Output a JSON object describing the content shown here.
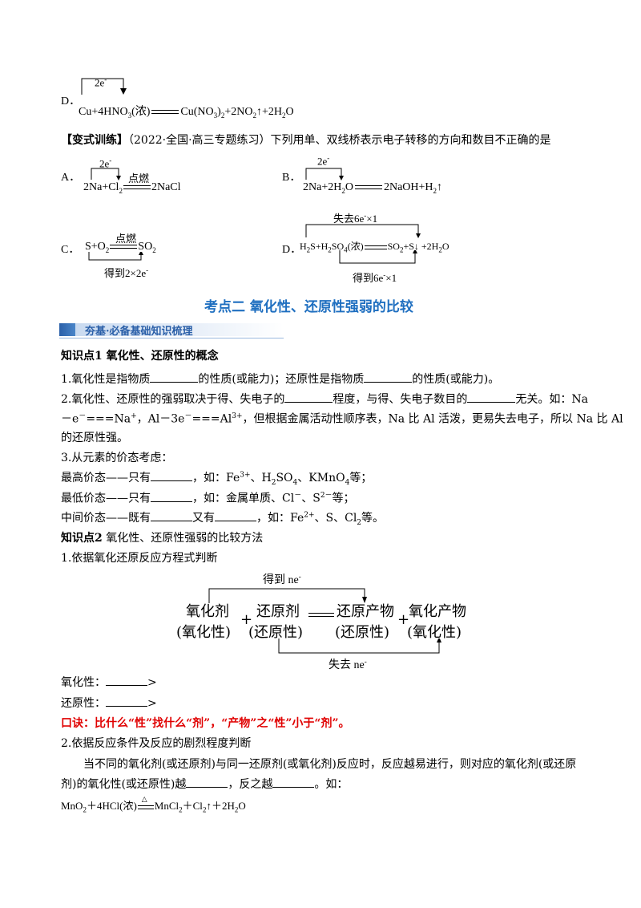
{
  "optionD_top": {
    "label": "D．",
    "electron": "2e",
    "electron_sup": "-",
    "eq_parts": [
      "Cu+4HNO",
      "3",
      "(浓)",
      "Cu(NO",
      "3",
      ")",
      "2",
      "+2NO",
      "2",
      "↑+2H",
      "2",
      "O"
    ]
  },
  "variant": {
    "prefix": "【变式训练】",
    "source": "（2022·全国·高三专题练习）",
    "question": "下列用单、双线桥表示电子转移的方向和数目不正确的是"
  },
  "optA": {
    "label": "A．",
    "electron": "2e",
    "electron_sup": "-",
    "condition": "点燃",
    "left": "2Na+Cl",
    "left_sub": "2",
    "right": "2NaCl"
  },
  "optB": {
    "label": "B．",
    "electron": "2e",
    "electron_sup": "-",
    "left": "2Na+2H",
    "left_sub": "2",
    "left_tail": "O",
    "right": "2NaOH+H",
    "right_sub": "2",
    "right_tail": "↑"
  },
  "optC": {
    "label": "C．",
    "condition": "点燃",
    "left": "S+O",
    "left_sub": "2",
    "right": "SO",
    "right_sub": "2",
    "gain": "得到2×2e",
    "gain_sup": "-"
  },
  "optD": {
    "label": "D．",
    "lose": "失去6e",
    "lose_sup": "-",
    "lose_tail": "×1",
    "eq_parts": [
      "H",
      "2",
      "S+H",
      "2",
      "SO",
      "4",
      "(浓)",
      "SO",
      "2",
      "+S↓ +2H",
      "2",
      "O"
    ],
    "gain": "得到6e",
    "gain_sup": "-",
    "gain_tail": "×1"
  },
  "section_title": "考点二  氧化性、还原性强弱的比较",
  "banner": "夯基·必备基础知识梳理",
  "kp1": {
    "title": "知识点1    氧化性、还原性的概念",
    "p1a": "1.氧化性是指物质",
    "p1b": "的性质(或能力)；还原性是指物质",
    "p1c": "的性质(或能力)。",
    "p2a": "2.氧化性、还原性的强弱取决于得、失电子的",
    "p2b": "程度，与得、失电子数目的",
    "p2c": "无关。如：Na",
    "p2d": "－e",
    "p2d_sup": "－",
    "p2e": "===Na",
    "p2e_sup": "+",
    "p2f": "，Al－3e",
    "p2f_sup": "－",
    "p2g": "===Al",
    "p2g_sup": "3+",
    "p2h": "，但根据金属活动性顺序表，Na 比 Al 活泼，更易失去电子，所以 Na 比 Al",
    "p2i": "的还原性强。",
    "p3": "3.从元素的价态考虑：",
    "high_a": "最高价态——只有",
    "high_b": "，如：Fe",
    "high_b_sup": "3+",
    "high_c": "、H",
    "high_c_sub": "2",
    "high_d": "SO",
    "high_d_sub": "4",
    "high_e": "、KMnO",
    "high_e_sub": "4",
    "high_f": "等；",
    "low_a": "最低价态——只有",
    "low_b": "，如：金属单质、Cl",
    "low_b_sup": "－",
    "low_c": "、S",
    "low_c_sup": "2－",
    "low_d": "等；",
    "mid_a": "中间价态——既有",
    "mid_b": "又有",
    "mid_c": "，如：Fe",
    "mid_c_sup": "2+",
    "mid_d": "、S、Cl",
    "mid_d_sub": "2",
    "mid_e": "等。"
  },
  "kp2": {
    "title": "知识点2",
    "title_rest": "氧化性、还原性强弱的比较方法",
    "m1": "1.依据氧化还原反应方程式判断",
    "diagram": {
      "gain": "得到 ne",
      "gain_sup": "-",
      "lose": "失去 ne",
      "lose_sup": "-",
      "oxidant": "氧化剂",
      "oxidant_sub": "(氧化性)",
      "reductant": "还原剂",
      "reductant_sub": "(还原性)",
      "red_product": "还原产物",
      "red_product_sub": "(还原性)",
      "ox_product": "氧化产物",
      "ox_product_sub": "(氧化性)",
      "plus": "+"
    },
    "ox_label": "氧化性：",
    "gt": ">",
    "red_label": "还原性：",
    "tip": "口诀：比什么“性”找什么“剂”，“产物”之“性”小于“剂”。",
    "m2": "2.依据反应条件及反应的剧烈程度判断",
    "m2p1": "当不同的氧化剂(或还原剂)与同一还原剂(或氧化剂)反应时，反应越易进行，则对应的氧化剂(或还原",
    "m2p2a": "剂)的氧化性(或还原性)越",
    "m2p2b": "，反之越",
    "m2p2c": "。如：",
    "final": {
      "a": "MnO",
      "a_sub": "2",
      "b": "＋4HCl(浓)",
      "cond": "△",
      "c": "MnCl",
      "c_sub": "2",
      "d": "＋Cl",
      "d_sub": "2",
      "e": "↑＋2H",
      "e_sub": "2",
      "f": "O"
    }
  }
}
